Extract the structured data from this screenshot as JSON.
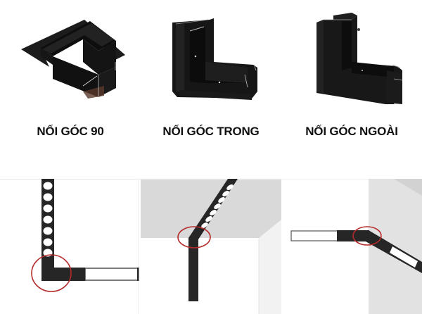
{
  "products": [
    {
      "id": "corner-90",
      "title": "NỐI GÓC 90",
      "icon": "l-shaped-recessed-track-corner-90"
    },
    {
      "id": "inner-corner",
      "title": "NỐI GÓC TRONG",
      "icon": "inner-corner-track-connector"
    },
    {
      "id": "outer-corner",
      "title": "NỐI GÓC NGOÀI",
      "icon": "outer-corner-track-connector"
    }
  ],
  "diagrams": [
    {
      "id": "diagram-90",
      "description": "L-shaped track joined at 90 degrees on flat ceiling"
    },
    {
      "id": "diagram-inner",
      "description": "Track bending from ceiling into wall at inner corner"
    },
    {
      "id": "diagram-outer",
      "description": "Track bending around outer wall corner"
    }
  ],
  "colors": {
    "track": "#262626",
    "highlight_circle": "#b52a2a",
    "ceiling_gray": "#d9d9d9",
    "wall_light": "#eeeeee",
    "background": "#ffffff"
  }
}
